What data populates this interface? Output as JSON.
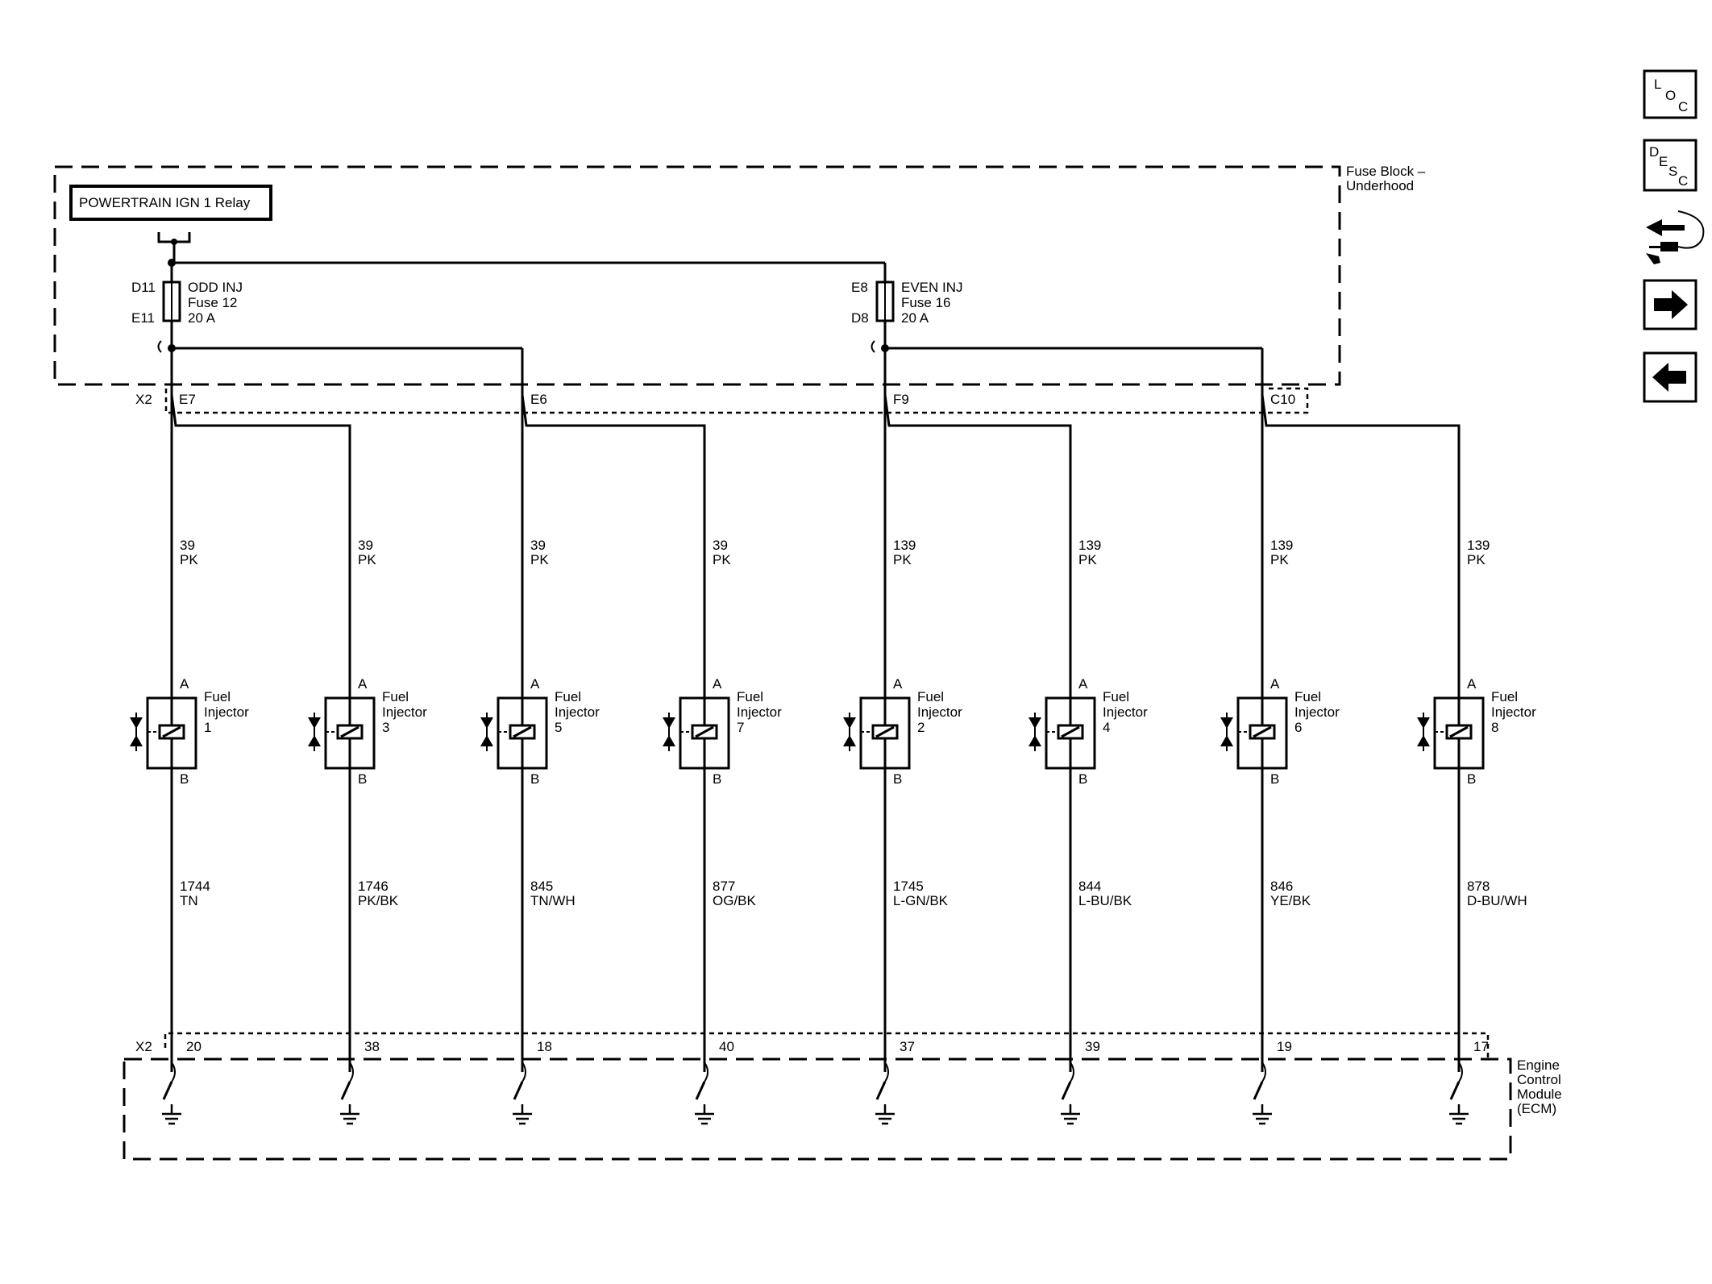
{
  "relay": {
    "label": "POWERTRAIN IGN 1 Relay"
  },
  "fuse_block": {
    "line1": "Fuse Block –",
    "line2": "Underhood"
  },
  "fuse_odd": {
    "pin_top": "D11",
    "pin_bottom": "E11",
    "name": "ODD INJ",
    "fuse": "Fuse 12",
    "rating": "20 A"
  },
  "fuse_even": {
    "pin_top": "E8",
    "pin_bottom": "D8",
    "name": "EVEN INJ",
    "fuse": "Fuse 16",
    "rating": "20 A"
  },
  "connector_top": {
    "name": "X2",
    "pins": [
      "E7",
      "E6",
      "F9",
      "C10"
    ]
  },
  "connector_bottom": {
    "name": "X2"
  },
  "ecm": {
    "line1": "Engine",
    "line2": "Control",
    "line3": "Module",
    "line4": "(ECM)"
  },
  "injectors": [
    {
      "name_line1": "Fuel",
      "name_line2": "Injector",
      "number": "1",
      "pin_a": "A",
      "pin_b": "B",
      "feed_circuit": "39",
      "feed_color": "PK",
      "ctrl_circuit": "1744",
      "ctrl_color": "TN",
      "ecm_pin": "20"
    },
    {
      "name_line1": "Fuel",
      "name_line2": "Injector",
      "number": "3",
      "pin_a": "A",
      "pin_b": "B",
      "feed_circuit": "39",
      "feed_color": "PK",
      "ctrl_circuit": "1746",
      "ctrl_color": "PK/BK",
      "ecm_pin": "38"
    },
    {
      "name_line1": "Fuel",
      "name_line2": "Injector",
      "number": "5",
      "pin_a": "A",
      "pin_b": "B",
      "feed_circuit": "39",
      "feed_color": "PK",
      "ctrl_circuit": "845",
      "ctrl_color": "TN/WH",
      "ecm_pin": "18"
    },
    {
      "name_line1": "Fuel",
      "name_line2": "Injector",
      "number": "7",
      "pin_a": "A",
      "pin_b": "B",
      "feed_circuit": "39",
      "feed_color": "PK",
      "ctrl_circuit": "877",
      "ctrl_color": "OG/BK",
      "ecm_pin": "40"
    },
    {
      "name_line1": "Fuel",
      "name_line2": "Injector",
      "number": "2",
      "pin_a": "A",
      "pin_b": "B",
      "feed_circuit": "139",
      "feed_color": "PK",
      "ctrl_circuit": "1745",
      "ctrl_color": "L-GN/BK",
      "ecm_pin": "37"
    },
    {
      "name_line1": "Fuel",
      "name_line2": "Injector",
      "number": "4",
      "pin_a": "A",
      "pin_b": "B",
      "feed_circuit": "139",
      "feed_color": "PK",
      "ctrl_circuit": "844",
      "ctrl_color": "L-BU/BK",
      "ecm_pin": "39"
    },
    {
      "name_line1": "Fuel",
      "name_line2": "Injector",
      "number": "6",
      "pin_a": "A",
      "pin_b": "B",
      "feed_circuit": "139",
      "feed_color": "PK",
      "ctrl_circuit": "846",
      "ctrl_color": "YE/BK",
      "ecm_pin": "19"
    },
    {
      "name_line1": "Fuel",
      "name_line2": "Injector",
      "number": "8",
      "pin_a": "A",
      "pin_b": "B",
      "feed_circuit": "139",
      "feed_color": "PK",
      "ctrl_circuit": "878",
      "ctrl_color": "D-BU/WH",
      "ecm_pin": "17"
    }
  ],
  "nav": {
    "loc": {
      "l1": "L",
      "l2": "O",
      "l3": "C"
    },
    "desc": {
      "l1": "D",
      "l2": "E",
      "l3": "S",
      "l4": "C"
    }
  }
}
